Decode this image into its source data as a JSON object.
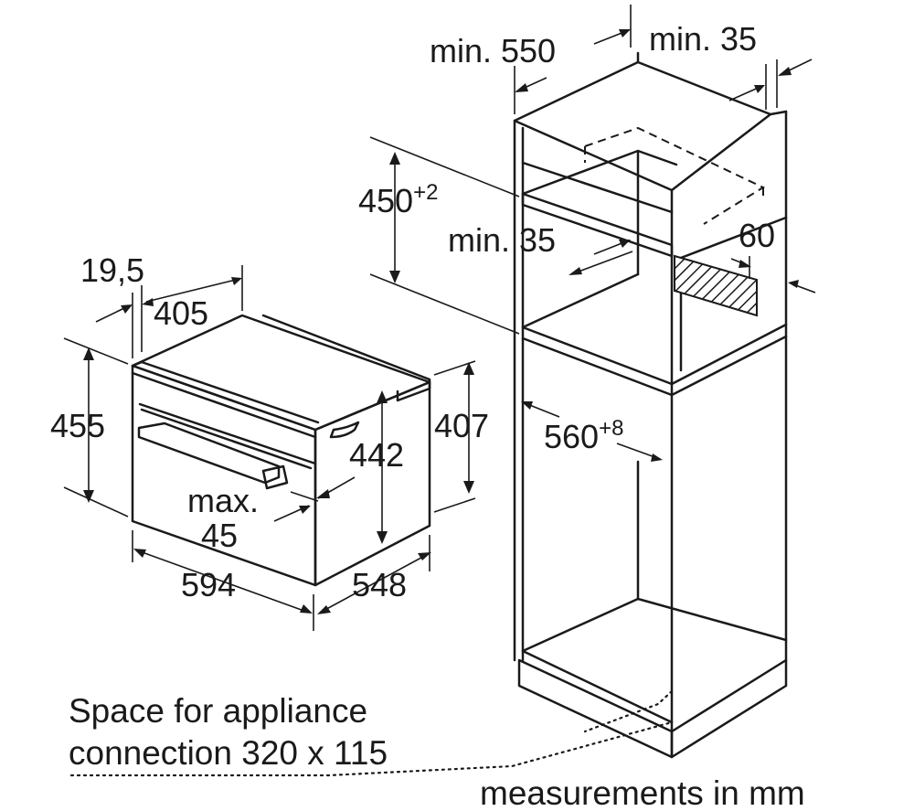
{
  "appliance": {
    "depth_frame_label": "19,5",
    "depth_label": "405",
    "height_label": "455",
    "height_inner_label": "442",
    "height_rear_label": "407",
    "door_gap_label_line1": "max.",
    "door_gap_label_line2": "45",
    "width_label": "594",
    "depth_total_label": "548"
  },
  "cabinet": {
    "depth_label": "min. 550",
    "rear_gap_label": "min. 35",
    "niche_height_label": "450",
    "niche_height_tolerance": "+2",
    "side_gap_label": "min. 35",
    "vent_label": "60",
    "niche_width_label": "560",
    "niche_width_tolerance": "+8"
  },
  "notes": {
    "connection_line1": "Space for appliance",
    "connection_line2": "connection 320 x 115",
    "units": "measurements in mm"
  }
}
